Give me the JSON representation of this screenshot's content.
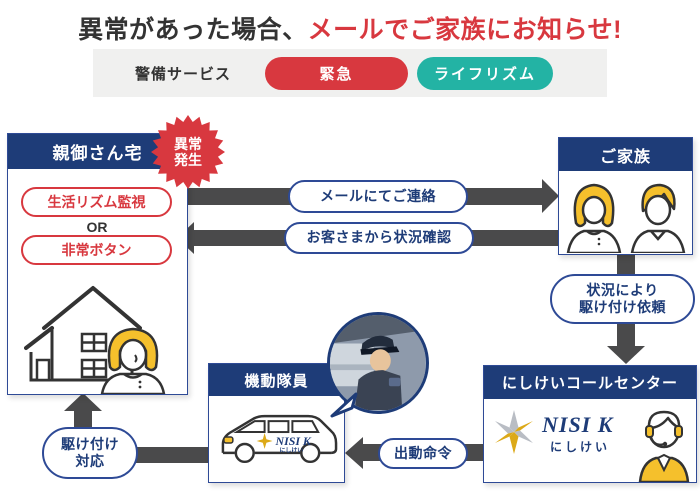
{
  "title": {
    "prefix": "異常があった場合、",
    "highlight": "メールでご家族にお知らせ!"
  },
  "legend": {
    "label": "警備サービス",
    "tag_emergency": "緊急",
    "tag_liferhythm": "ライフリズム"
  },
  "parent_home": {
    "title": "親御さん宅",
    "badge_line1": "異常",
    "badge_line2": "発生",
    "option1": "生活リズム監視",
    "or": "OR",
    "option2": "非常ボタン"
  },
  "family": {
    "title": "ご家族"
  },
  "call_center": {
    "title": "にしけいコールセンター",
    "logo": "NISI K",
    "logo_sub": "にしけい"
  },
  "mobile_unit": {
    "title": "機動隊員",
    "van_logo": "NISI K",
    "van_logo_sub": "にしけい"
  },
  "flows": {
    "mail": "メールにてご連絡",
    "status_check": "お客さまから状況確認",
    "request_line1": "状況により",
    "request_line2": "駆け付け依頼",
    "dispatch_order": "出動命令",
    "respond_line1": "駆け付け",
    "respond_line2": "対応"
  },
  "colors": {
    "navy": "#1e3c78",
    "oval_border": "#2e4a96",
    "red": "#d8383f",
    "teal": "#23b3a4",
    "arrow_gray": "#4a4a4b",
    "bar_bg": "#f0f0ef",
    "accent_yellow": "#f5c02c"
  }
}
